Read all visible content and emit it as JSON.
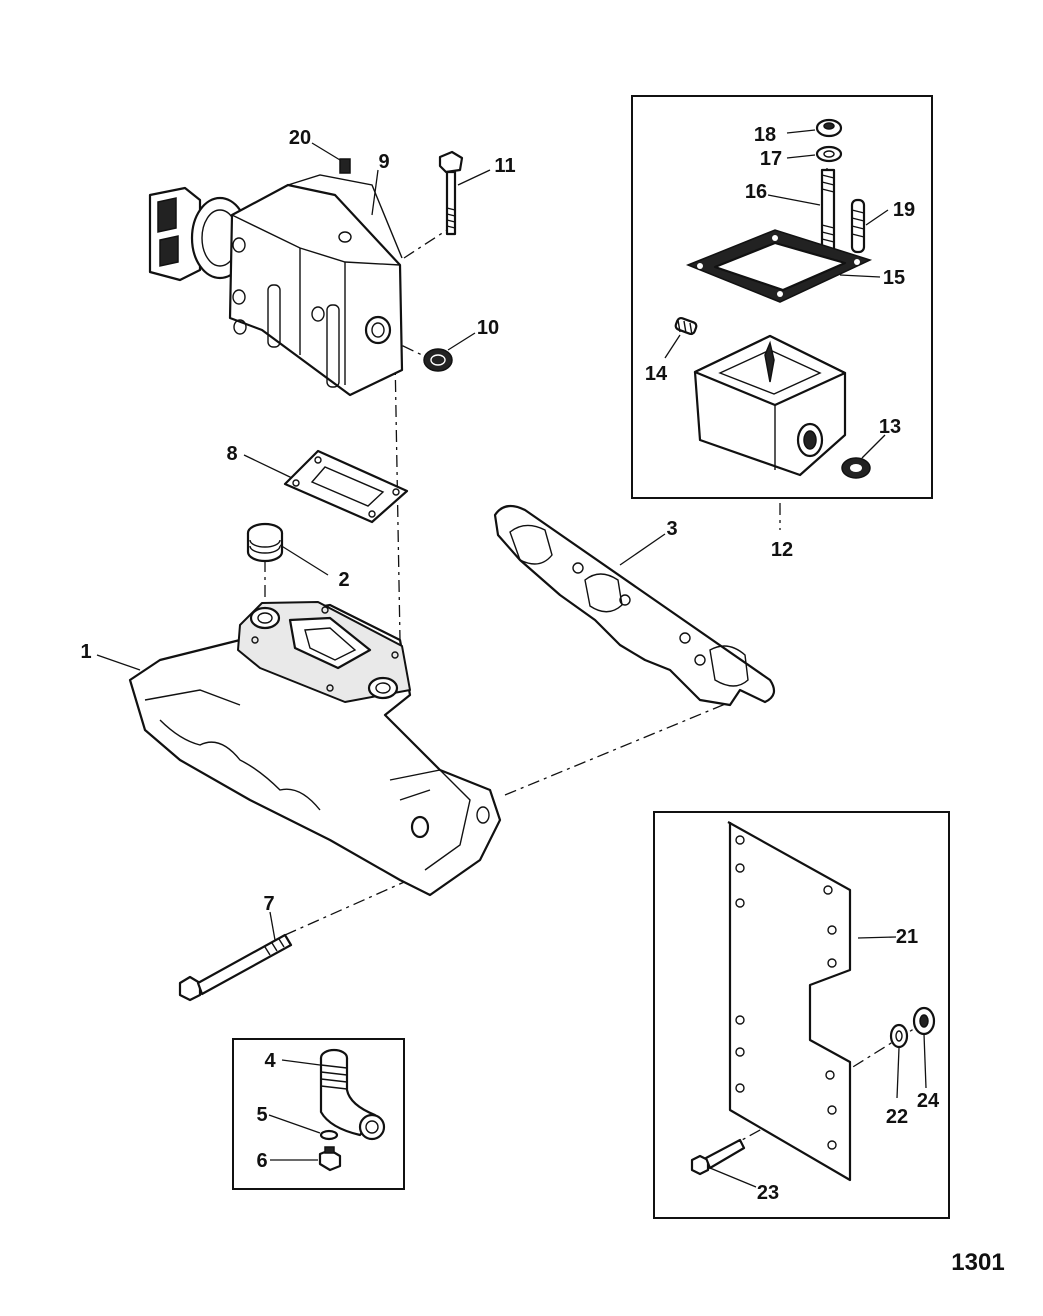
{
  "page_number": "1301",
  "callouts": {
    "c1": "1",
    "c2": "2",
    "c3": "3",
    "c4": "4",
    "c5": "5",
    "c6": "6",
    "c7": "7",
    "c8": "8",
    "c9": "9",
    "c10": "10",
    "c11": "11",
    "c12": "12",
    "c13": "13",
    "c14": "14",
    "c15": "15",
    "c16": "16",
    "c17": "17",
    "c18": "18",
    "c19": "19",
    "c20": "20",
    "c21": "21",
    "c22": "22",
    "c23": "23",
    "c24": "24"
  }
}
